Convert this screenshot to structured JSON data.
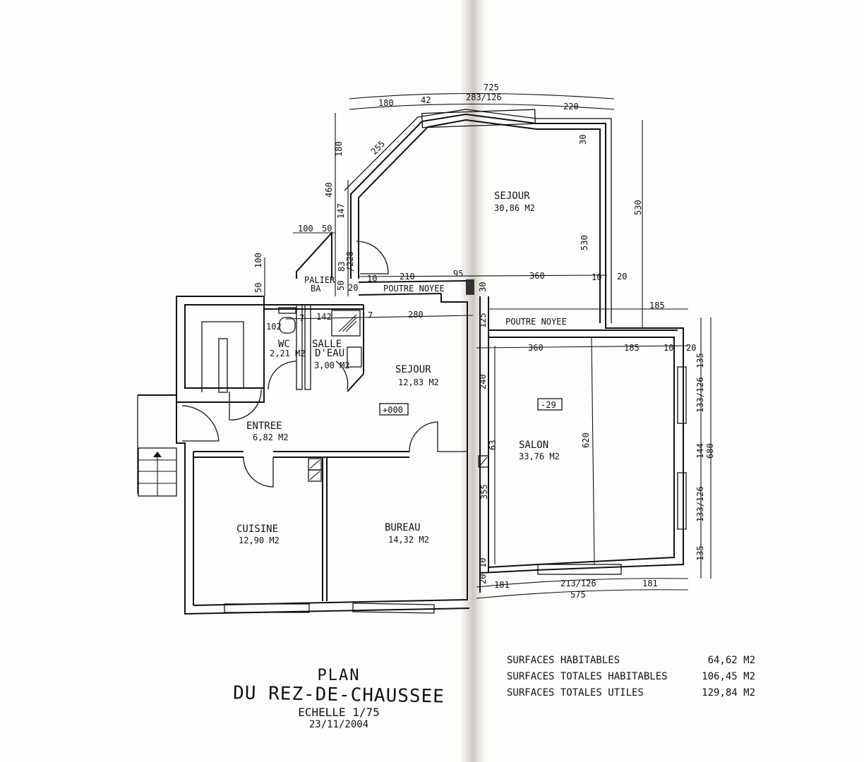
{
  "plan": {
    "title_line1": "PLAN",
    "title_line2": "DU REZ-DE-CHAUSSEE",
    "scale": "ECHELLE 1/75",
    "date": "23/11/2004"
  },
  "rooms": [
    {
      "name": "SEJOUR",
      "area": "30,86 M2"
    },
    {
      "name": "SEJOUR",
      "area": "12,83 M2"
    },
    {
      "name": "SALON",
      "area": "33,76 M2"
    },
    {
      "name": "ENTREE",
      "area": "6,82 M2"
    },
    {
      "name": "WC",
      "area": "2,21 M2"
    },
    {
      "name": "SALLE D'EAU",
      "area": "3,00 M2"
    },
    {
      "name": "CUISINE",
      "area": "12,90 M2"
    },
    {
      "name": "BUREAU",
      "area": "14,32 M2"
    },
    {
      "name": "PALIER BA",
      "area": ""
    }
  ],
  "labels": {
    "palier_l1": "PALIER",
    "palier_l2": "BA",
    "salle_l1": "SALLE",
    "salle_l2": "D'EAU",
    "beam1": "POUTRE NOYEE",
    "beam2": "POUTRE NOYEE",
    "level_sejour": "+000",
    "level_salon": "-29"
  },
  "dimensions": {
    "top_total": "725",
    "top_left": "180",
    "top_42": "42",
    "top_window": "283/126",
    "top_right": "220",
    "diag": "255",
    "left_180": "180",
    "left_460": "460",
    "left_147": "147",
    "d100a": "100",
    "d50a": "50",
    "d100b": "100",
    "d50b": "50",
    "d83": "83",
    "d228": "/228",
    "d50c": "50",
    "d20a": "20",
    "d10a": "10",
    "d210": "210",
    "d95": "95",
    "d30a": "30",
    "d360a": "360",
    "d10b": "10",
    "d20b": "20",
    "d30b": "30",
    "d530a": "530",
    "d530b": "530",
    "d185a": "185",
    "d102": "102",
    "d7a": "7",
    "d142": "142",
    "d7b": "7",
    "d280": "280",
    "d125": "125",
    "d360b": "360",
    "d185b": "185",
    "d10c": "10",
    "d20c": "20",
    "d240": "240",
    "d63": "63",
    "d355": "355",
    "d620": "620",
    "r135a": "135",
    "r133a": "133/126",
    "r144": "144",
    "r680": "680",
    "r133b": "133/126",
    "r135b": "135",
    "b10": "10",
    "b20": "20",
    "b181a": "181",
    "b213": "213/126",
    "b181b": "181",
    "b575": "575"
  },
  "surfaces": [
    {
      "label": "SURFACES HABITABLES",
      "value": "64,62 M2"
    },
    {
      "label": "SURFACES TOTALES HABITABLES",
      "value": "106,45 M2"
    },
    {
      "label": "SURFACES TOTALES UTILES",
      "value": "129,84 M2"
    }
  ]
}
